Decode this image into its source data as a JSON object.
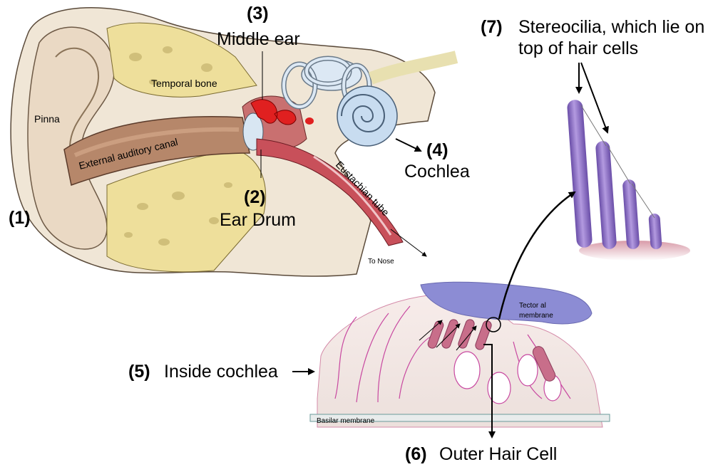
{
  "labels": {
    "n1": "(1)",
    "pinna": "Pinna",
    "external_canal": "External auditory canal",
    "temporal_bone": "Temporal bone",
    "n2": "(2)",
    "ear_drum": "Ear Drum",
    "n3": "(3)",
    "middle_ear": "Middle ear",
    "n4": "(4)",
    "cochlea": "Cochlea",
    "eustachian": "Eustachian tube",
    "to_nose": "To Nose",
    "n5": "(5)",
    "inside_cochlea": "Inside cochlea",
    "tectorial_1": "Tector al",
    "tectorial_2": "membrane",
    "basilar": "Basilar membrane",
    "n6": "(6)",
    "outer_hair_cell": "Outer Hair Cell",
    "n7": "(7)",
    "stereocilia_1": "Stereocilia, which lie on",
    "stereocilia_2": "top of hair cells"
  },
  "colors": {
    "skin": "#f0e6d6",
    "canal": "#b6876a",
    "bone": "#eedf9b",
    "ossicles": "#e02020",
    "cochlea": "#c8dcf0",
    "tube": "#c8505a",
    "tectorial": "#8c8cd4",
    "hair_cell": "#c86e8a",
    "stereocilia": "#8c6ec8",
    "organ_tissue": "#f5e8e4"
  }
}
